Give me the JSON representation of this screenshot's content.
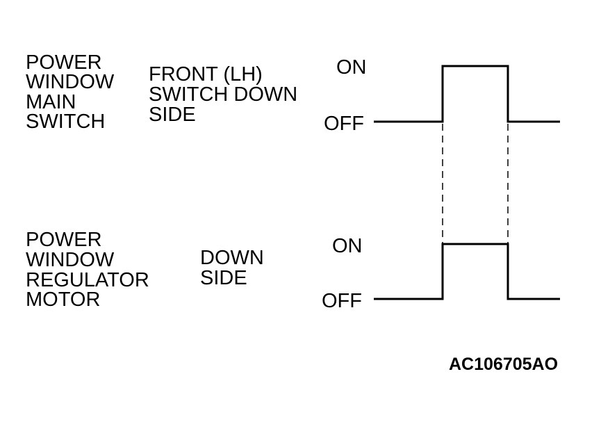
{
  "signals": [
    {
      "name_lines": [
        "POWER",
        "WINDOW",
        "MAIN",
        "SWITCH"
      ],
      "mode_lines": [
        "FRONT (LH)",
        "SWITCH DOWN",
        "SIDE"
      ],
      "on_label": "ON",
      "off_label": "OFF",
      "states": [
        "OFF",
        "ON",
        "OFF"
      ]
    },
    {
      "name_lines": [
        "POWER",
        "WINDOW",
        "REGULATOR",
        "MOTOR"
      ],
      "mode_lines": [
        "DOWN",
        "SIDE"
      ],
      "on_label": "ON",
      "off_label": "OFF",
      "states": [
        "OFF",
        "ON",
        "OFF"
      ]
    }
  ],
  "figure_code": "AC106705AO"
}
